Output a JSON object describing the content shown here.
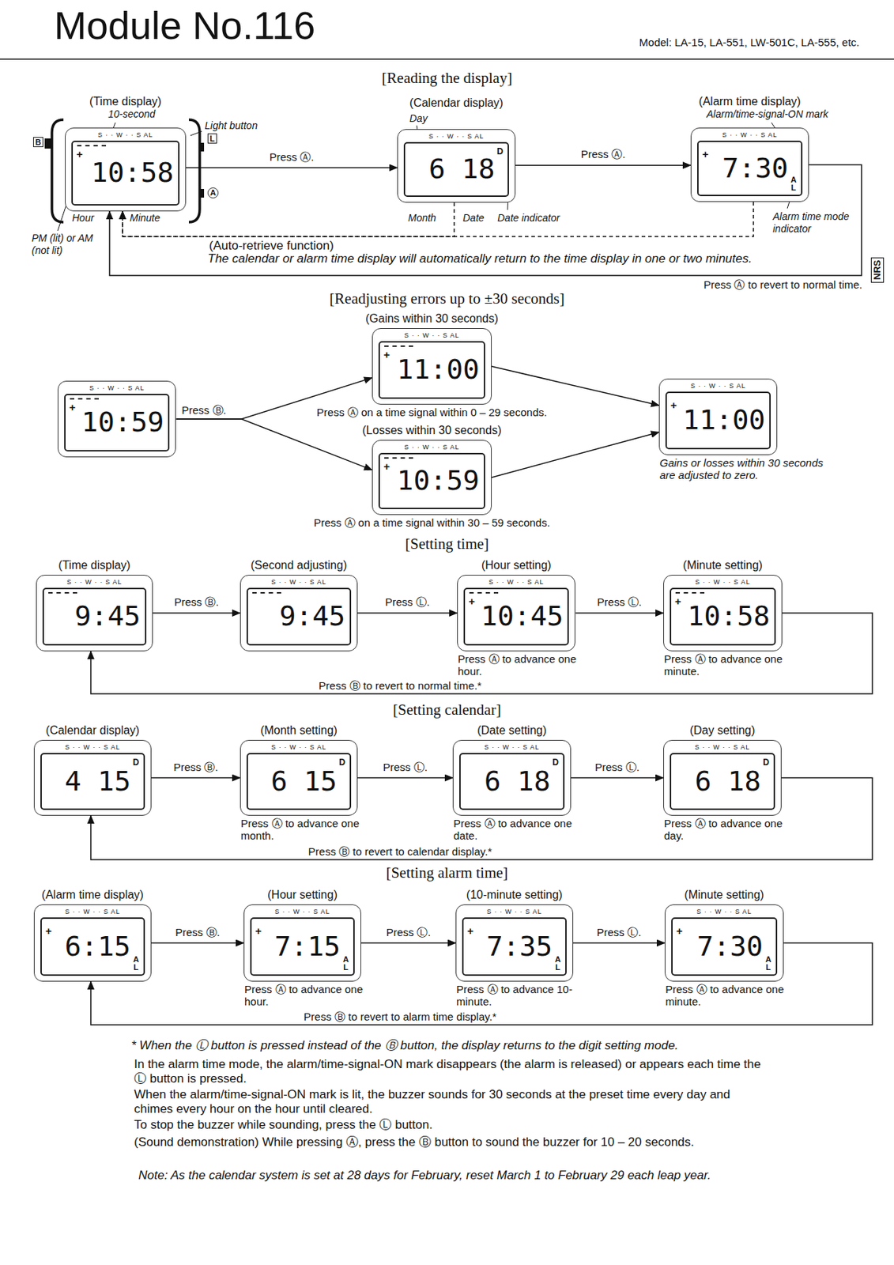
{
  "diagram": {
    "title": "Module No.116",
    "nodes": [
      {
        "text": [
          "(Time display)",
          "S · · W · · S AL",
          "+",
          "10:58"
        ]
      },
      {
        "text": [
          "(Calendar display)",
          "S · · W · · S AL",
          "6 18",
          "D"
        ]
      },
      {
        "text": [
          "(Alarm time display)",
          "S · · W · · S AL",
          "+",
          "7:30",
          "AL"
        ]
      },
      {
        "text": [
          "S · · W · · S AL",
          "+",
          "10:59"
        ]
      },
      {
        "text": [
          "(Gains within 30 seconds)",
          "S · · W · · S AL",
          "+",
          "11:00",
          "Press Ⓐ on a time signal within 0 – 29 seconds."
        ]
      },
      {
        "text": [
          "(Losses within 30 seconds)",
          "S · · W · · S AL",
          "+",
          "10:59",
          "Press Ⓐ on a time signal within 30 – 59 seconds."
        ]
      },
      {
        "text": [
          "S · · W · · S AL",
          "+",
          "11:00",
          "Gains or losses within 30 seconds are adjusted to zero."
        ]
      },
      {
        "text": [
          "(Time display)",
          "S · · W · · S AL",
          "9:45"
        ]
      },
      {
        "text": [
          "(Second adjusting)",
          "S · · W · · S AL",
          "9:45"
        ]
      },
      {
        "text": [
          "(Hour setting)",
          "S · · W · · S AL",
          "+",
          "10:45",
          "Press Ⓐ to advance one hour."
        ]
      },
      {
        "text": [
          "(Minute setting)",
          "S · · W · · S AL",
          "+",
          "10:58",
          "Press Ⓐ to advance one minute."
        ]
      },
      {
        "text": [
          "(Calendar display)",
          "S · · W · · S AL",
          "4 15",
          "D"
        ]
      },
      {
        "text": [
          "(Month setting)",
          "S · · W · · S AL",
          "6 15",
          "D",
          "Press Ⓐ to advance one month."
        ]
      },
      {
        "text": [
          "(Date setting)",
          "S · · W · · S AL",
          "6 18",
          "D",
          "Press Ⓐ to advance one date."
        ]
      },
      {
        "text": [
          "(Day setting)",
          "S · · W · · S AL",
          "6 18",
          "D",
          "Press Ⓐ to advance one day."
        ]
      },
      {
        "text": [
          "(Alarm time display)",
          "S · · W · · S AL",
          "+",
          "6:15",
          "AL"
        ]
      },
      {
        "text": [
          "(Hour setting)",
          "S · · W · · S AL",
          "+",
          "7:15",
          "AL",
          "Press Ⓐ to advance one hour."
        ]
      },
      {
        "text": [
          "(10-minute setting)",
          "S · · W · · S AL",
          "+",
          "7:35",
          "AL",
          "Press Ⓐ to advance 10-minute."
        ]
      },
      {
        "text": [
          "(Minute setting)",
          "S · · W · · S AL",
          "+",
          "7:30",
          "AL",
          "Press Ⓐ to advance one minute."
        ]
      }
    ],
    "edges": [
      {
        "from": 0,
        "to": 1,
        "arrow": "to",
        "label": "Press Ⓐ."
      },
      {
        "from": 1,
        "to": 2,
        "arrow": "to",
        "label": "Press Ⓐ."
      },
      {
        "from": 2,
        "to": 0,
        "arrow": "to",
        "label": "Press Ⓐ to revert to normal time."
      },
      {
        "from": 1,
        "to": 0,
        "arrow": "to",
        "label": "(Auto-retrieve function)"
      },
      {
        "from": 2,
        "to": 0,
        "arrow": "to"
      },
      {
        "from": 3,
        "to": 4,
        "arrow": "to",
        "label": "Press Ⓑ."
      },
      {
        "from": 3,
        "to": 5,
        "arrow": "to"
      },
      {
        "from": 4,
        "to": 6,
        "arrow": "to"
      },
      {
        "from": 5,
        "to": 6,
        "arrow": "to"
      },
      {
        "from": 7,
        "to": 8,
        "arrow": "to",
        "label": "Press Ⓑ."
      },
      {
        "from": 8,
        "to": 9,
        "arrow": "to",
        "label": "Press Ⓛ."
      },
      {
        "from": 9,
        "to": 10,
        "arrow": "to",
        "label": "Press Ⓛ."
      },
      {
        "from": 10,
        "to": 7,
        "arrow": "to",
        "label": "Press Ⓑ to revert to normal time.*"
      },
      {
        "from": 11,
        "to": 12,
        "arrow": "to",
        "label": "Press Ⓑ."
      },
      {
        "from": 12,
        "to": 13,
        "arrow": "to",
        "label": "Press Ⓛ."
      },
      {
        "from": 13,
        "to": 14,
        "arrow": "to",
        "label": "Press Ⓛ."
      },
      {
        "from": 14,
        "to": 11,
        "arrow": "to",
        "label": "Press Ⓑ to revert to calendar display.*"
      },
      {
        "from": 15,
        "to": 16,
        "arrow": "to",
        "label": "Press Ⓑ."
      },
      {
        "from": 16,
        "to": 17,
        "arrow": "to",
        "label": "Press Ⓛ."
      },
      {
        "from": 17,
        "to": 18,
        "arrow": "to",
        "label": "Press Ⓛ."
      },
      {
        "from": 18,
        "to": 15,
        "arrow": "to",
        "label": "Press Ⓑ to revert to alarm time display.*"
      }
    ],
    "labels": [
      "Model: LA-15, LA-551, LW-501C, LA-555, etc.",
      "[Reading the display]",
      "10-second",
      "Light button",
      "L",
      "B",
      "A",
      "Hour",
      "Minute",
      "PM (lit) or AM (not lit)",
      "Day",
      "Month",
      "Date",
      "Date indicator",
      "Alarm/time-signal-ON mark",
      "Alarm time mode indicator",
      "The calendar or alarm time display will automatically return to the time display in one or two minutes.",
      "NRS",
      "[Readjusting errors up to ±30 seconds]",
      "[Setting time]",
      "[Setting calendar]",
      "[Setting alarm time]",
      "* When the Ⓛ button is pressed instead of the Ⓑ button, the display returns to the digit setting mode.",
      "In the alarm time mode, the alarm/time-signal-ON mark disappears (the alarm is released) or appears each time the Ⓛ button is pressed.",
      "When the alarm/time-signal-ON mark is lit, the buzzer sounds for 30 seconds at the preset time every day and chimes every hour on the hour until cleared.",
      "To stop the buzzer while sounding, press the Ⓛ button.",
      "(Sound demonstration) While pressing Ⓐ, press the Ⓑ button to sound the buzzer for 10 – 20 seconds.",
      "Note: As the calendar system is set at 28 days for February, reset March 1 to February 29 each leap year."
    ]
  }
}
